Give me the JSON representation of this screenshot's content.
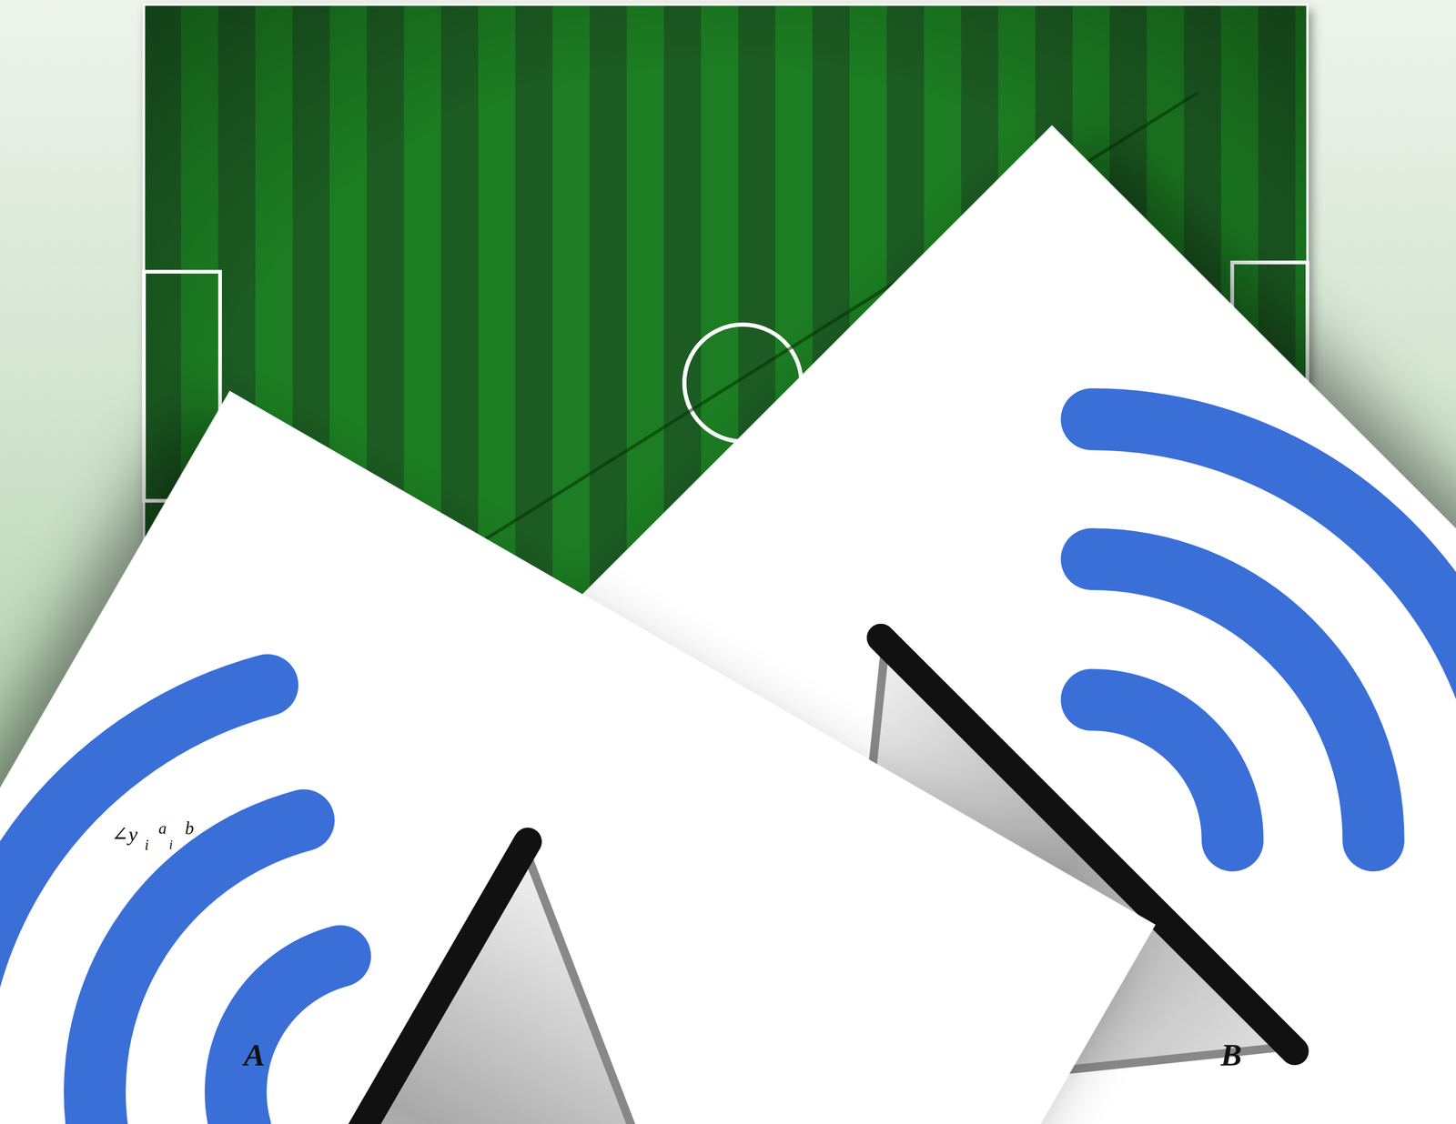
{
  "diagram": {
    "labels": [
      "∠y",
      "i",
      "a",
      "i",
      "b",
      "A",
      "B"
    ]
  }
}
